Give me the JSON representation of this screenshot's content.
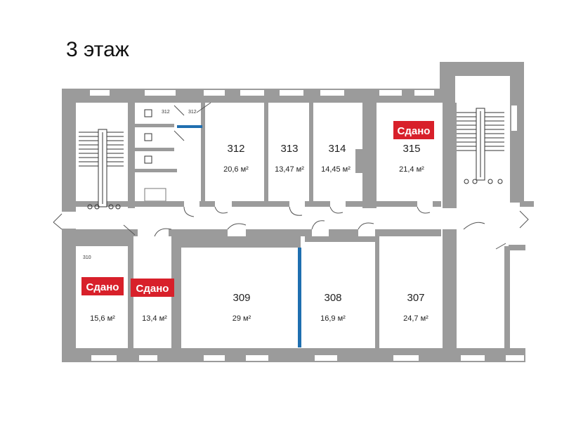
{
  "floor_title": "3 этаж",
  "status_label": "Сдано",
  "accent_color": "#d8202a",
  "partition_color": "#1f6fb0",
  "rooms": [
    {
      "id": "312",
      "area": "20,6 м²"
    },
    {
      "id": "313",
      "area": "13,47 м²"
    },
    {
      "id": "314",
      "area": "14,45 м²"
    },
    {
      "id": "315",
      "area": "21,4 м²",
      "rented": true
    },
    {
      "id": "309",
      "area": "29 м²"
    },
    {
      "id": "308",
      "area": "16,9 м²"
    },
    {
      "id": "307",
      "area": "24,7 м²"
    },
    {
      "id": "310a",
      "area": "15,6 м²",
      "rented": true
    },
    {
      "id": "310b",
      "area": "13,4 м²",
      "rented": true
    }
  ],
  "small_labels": {
    "wc_a": "312",
    "wc_b": "312",
    "corner": "310"
  }
}
